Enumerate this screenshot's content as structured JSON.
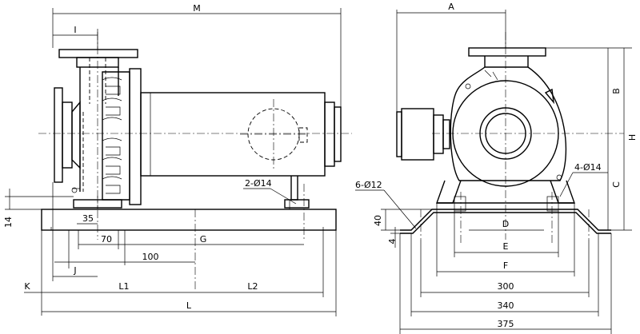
{
  "labels": {
    "M": "M",
    "I": "I",
    "A": "A",
    "B": "B",
    "H": "H",
    "C": "C",
    "D": "D",
    "E": "E",
    "F": "F",
    "G": "G",
    "J": "J",
    "K": "K",
    "L1": "L1",
    "L2": "L2",
    "L": "L"
  },
  "dims": {
    "d14": "14",
    "d35": "35",
    "d70": "70",
    "d100": "100",
    "d40": "40",
    "d4": "4",
    "d300": "300",
    "d340": "340",
    "d375": "375"
  },
  "callouts": {
    "holes_2": "2-Ø14",
    "holes_6": "6-Ø12",
    "holes_4": "4-Ø14"
  }
}
